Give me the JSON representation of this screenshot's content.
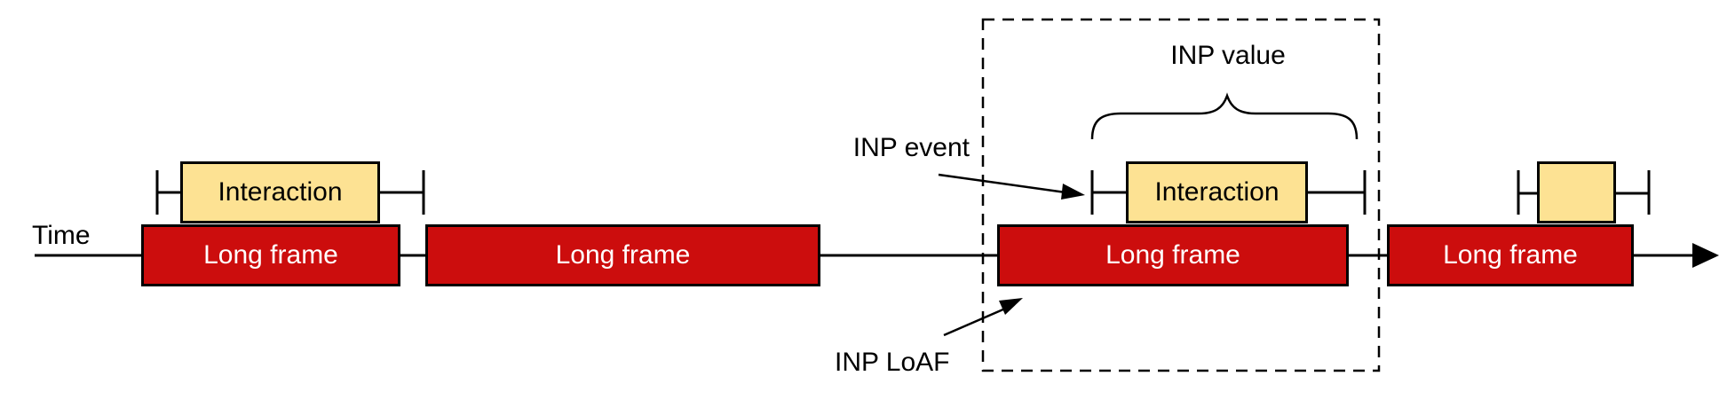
{
  "diagram": {
    "time_label": "Time",
    "frames": [
      {
        "label": "Long frame"
      },
      {
        "label": "Long frame"
      },
      {
        "label": "Long frame"
      },
      {
        "label": "Long frame"
      }
    ],
    "interactions": [
      {
        "label": "Interaction"
      },
      {
        "label": "Interaction"
      },
      {
        "label": ""
      }
    ],
    "annotations": {
      "inp_value": "INP value",
      "inp_event": "INP event",
      "inp_loaf": "INP LoAF"
    },
    "colors": {
      "frame_fill": "#cc0d0d",
      "frame_text": "#ffffff",
      "interaction_fill": "#fde293",
      "line": "#000000",
      "background": "#ffffff"
    }
  }
}
